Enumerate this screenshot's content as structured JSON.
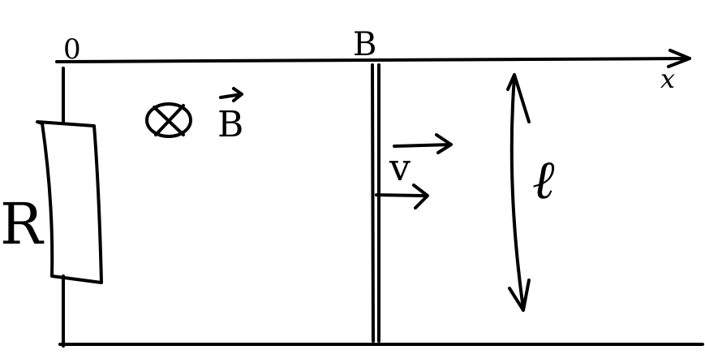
{
  "diagram": {
    "ink_color": "#000000",
    "background": "#ffffff",
    "labels": {
      "origin": "0",
      "rod_top": "B",
      "axis": "x",
      "field": "B",
      "velocity": "v",
      "length": "ℓ",
      "resistor": "R"
    },
    "symbols": {
      "field_direction": "into-page-cross-circle-icon",
      "vector_arrow": "vector-arrow-icon"
    }
  }
}
